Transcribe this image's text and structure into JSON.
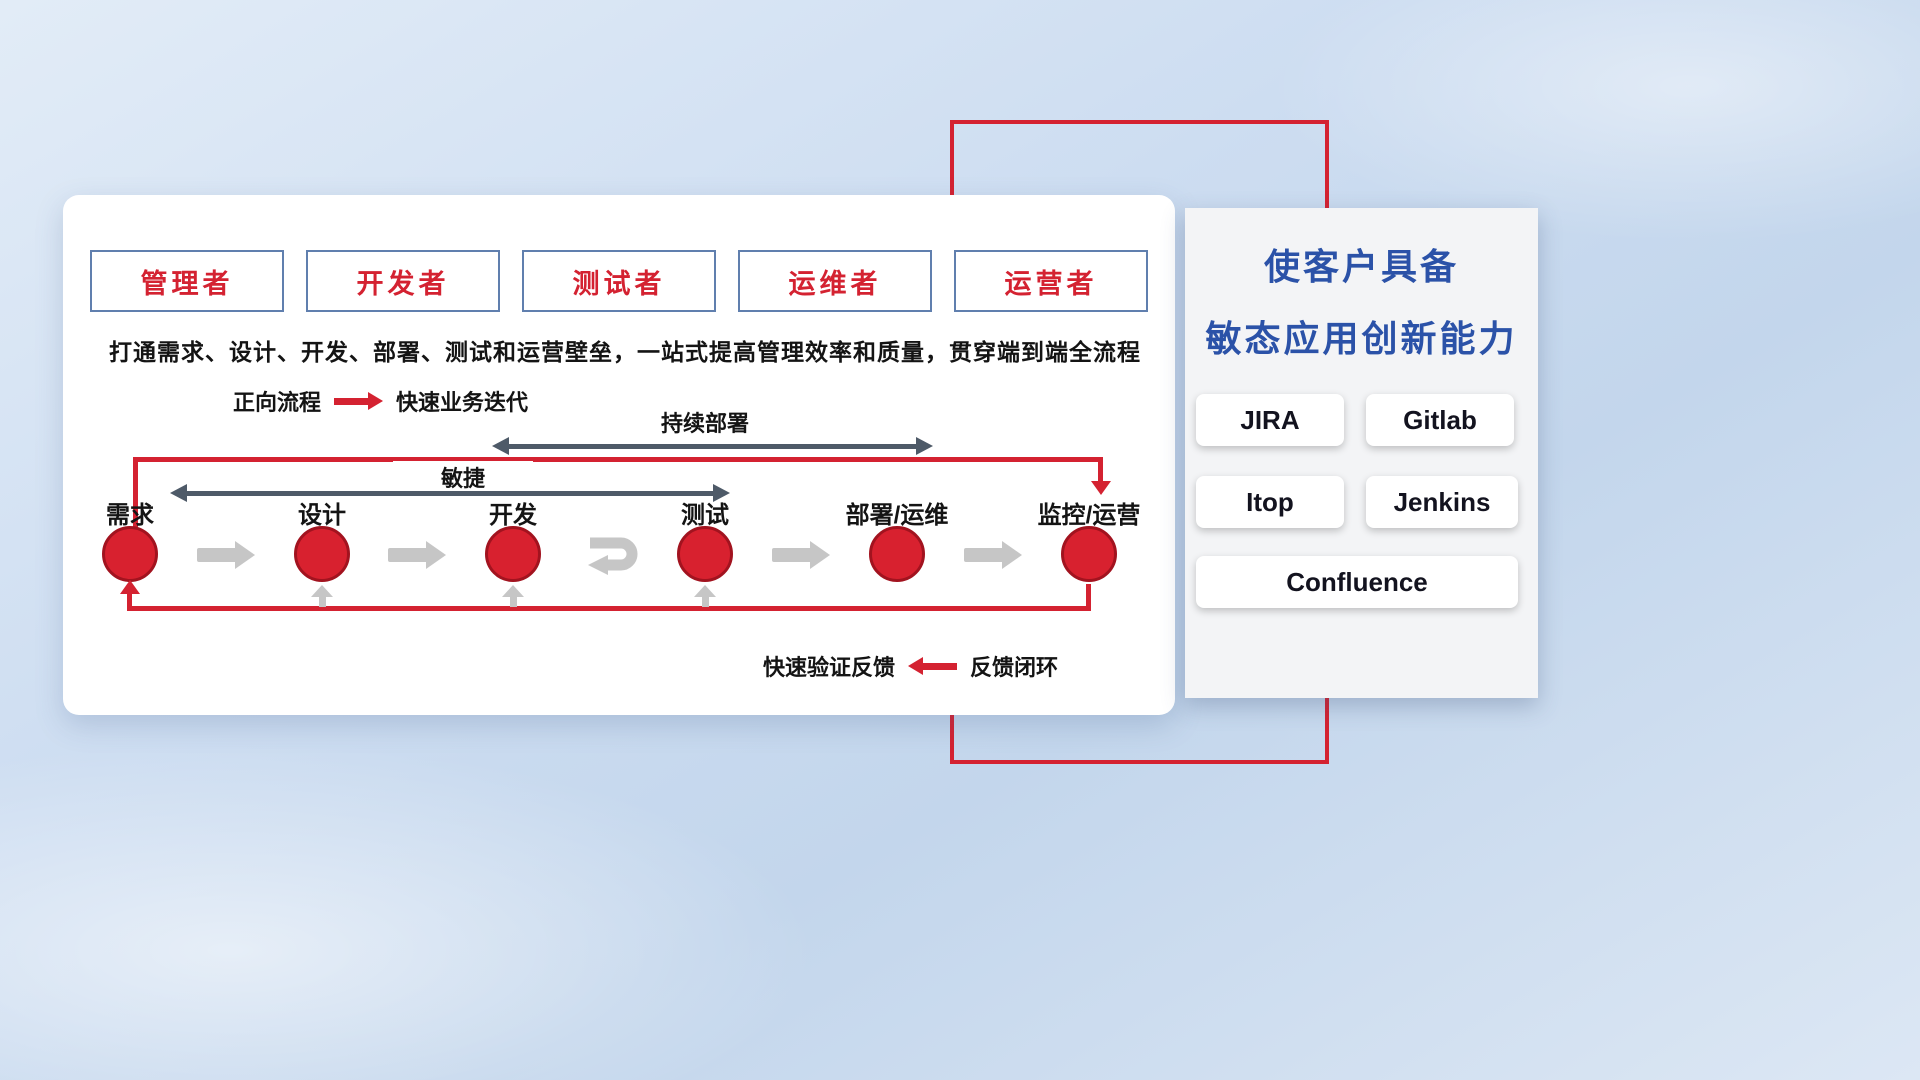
{
  "colors": {
    "accent_red": "#d42231",
    "title_blue": "#2b52a8",
    "arrow_dark": "#4e5a68",
    "arrow_light": "#c6c6c6",
    "role_border_blue": "#607fae"
  },
  "roles": [
    {
      "label": "管理者"
    },
    {
      "label": "开发者"
    },
    {
      "label": "测试者"
    },
    {
      "label": "运维者"
    },
    {
      "label": "运营者"
    }
  ],
  "subtitle": "打通需求、设计、开发、部署、测试和运营壁垒，一站式提高管理效率和质量，贯穿端到端全流程",
  "forward_legend": {
    "label": "正向流程",
    "desc": "快速业务迭代"
  },
  "span_arrows": {
    "continuous_deploy": "持续部署",
    "agile": "敏捷"
  },
  "flow": {
    "nodes": [
      {
        "label": "需求"
      },
      {
        "label": "设计"
      },
      {
        "label": "开发"
      },
      {
        "label": "测试"
      },
      {
        "label": "部署/运维"
      },
      {
        "label": "监控/运营"
      }
    ]
  },
  "feedback_legend": {
    "label": "快速验证反馈",
    "desc": "反馈闭环"
  },
  "side_panel": {
    "title_line1": "使客户具备",
    "title_line2": "敏态应用创新能力",
    "tools": [
      {
        "label": "JIRA"
      },
      {
        "label": "Gitlab"
      },
      {
        "label": "Itop"
      },
      {
        "label": "Jenkins"
      },
      {
        "label": "Confluence"
      }
    ]
  }
}
